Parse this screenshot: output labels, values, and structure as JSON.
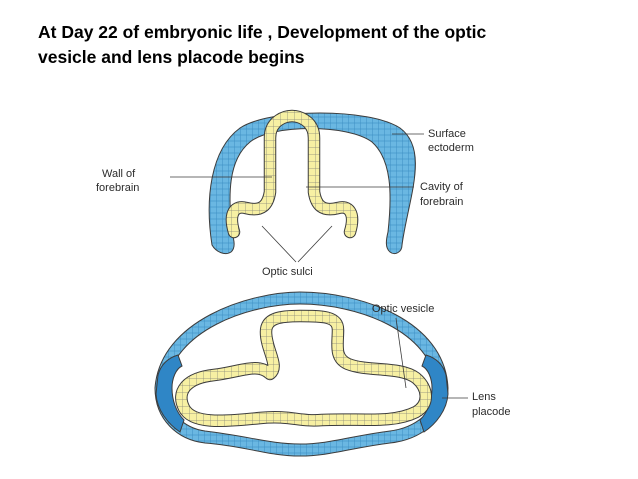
{
  "slide": {
    "title_line1": "At Day 22 of embryonic life , Development of the optic",
    "title_line2": "vesicle and lens placode begins"
  },
  "diagram_top": {
    "labels": {
      "surface_1": "Surface",
      "surface_2": "ectoderm",
      "wall_1": "Wall of",
      "wall_2": "forebrain",
      "cavity_1": "Cavity of",
      "cavity_2": "forebrain",
      "sulci": "Optic sulci"
    }
  },
  "diagram_bottom": {
    "labels": {
      "vesicle": "Optic vesicle",
      "lens_1": "Lens",
      "lens_2": "placode"
    }
  },
  "colors": {
    "ectoderm": "#6ab7e2",
    "lens_placode": "#2f86c6",
    "neural_wall": "#f7f0a3",
    "outline": "#3c3c3c"
  }
}
